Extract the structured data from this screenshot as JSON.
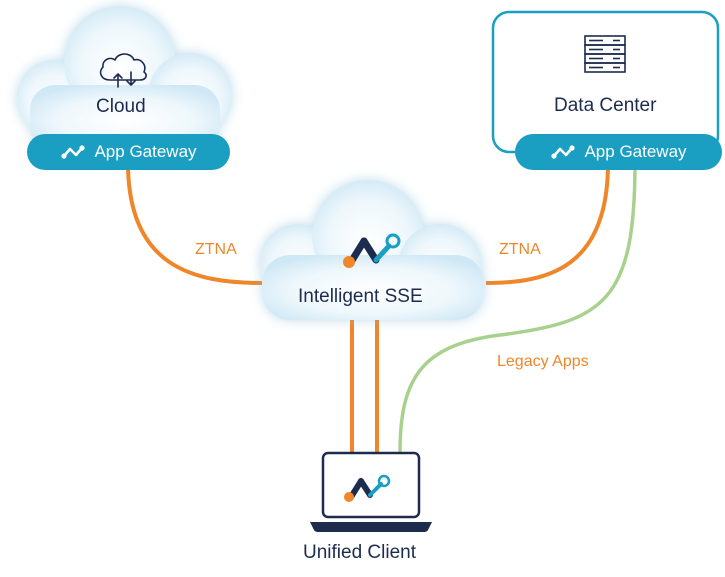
{
  "colors": {
    "orange": "#f0862a",
    "teal": "#1a9fc2",
    "green": "#a9d18e",
    "navy": "#1d2b4f",
    "cloud_fill": "#e3f2fa"
  },
  "nodes": {
    "cloud": {
      "label": "Cloud",
      "icon": "cloud-sync-icon"
    },
    "data_center": {
      "label": "Data Center",
      "icon": "server-rack-icon"
    },
    "sse": {
      "label": "Intelligent SSE",
      "icon": "sse-logo-icon"
    },
    "client": {
      "label": "Unified Client",
      "icon": "laptop-icon"
    }
  },
  "gateways": {
    "cloud": {
      "label": "App Gateway",
      "icon": "app-gateway-icon"
    },
    "data_center": {
      "label": "App Gateway",
      "icon": "app-gateway-icon"
    }
  },
  "edges": {
    "ztna_left": "ZTNA",
    "ztna_right": "ZTNA",
    "legacy": "Legacy Apps"
  }
}
